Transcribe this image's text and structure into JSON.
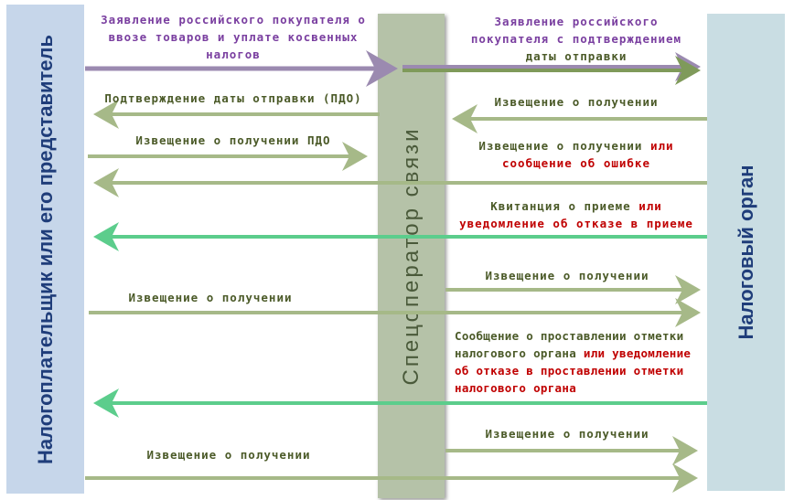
{
  "participants": {
    "left": "Налогоплательщик или его представитель",
    "middle": "Спецоператор связи",
    "right": "Налоговый орган"
  },
  "messages": {
    "m1": "Заявление российского покупателя о ввозе товаров и уплате косвенных налогов",
    "m2a": "Заявление российского",
    "m2b": "покупателя с подтверждением",
    "m2c": "даты отправки",
    "m3": "Подтверждение даты отправки (ПДО)",
    "m4": "Извещение о получении",
    "m5": "Извещение о получении ПДО",
    "m6a": "Извещение о получении",
    "m6b": "или",
    "m6c": "сообщение об ошибке",
    "m7a": "Квитанция о приеме",
    "m7b": "или",
    "m7c": "уведомление об отказе в приеме",
    "m8": "Извещение о получении",
    "m9": "Извещение о получении",
    "m10a": "Сообщение о проставлении отметки налогового органа",
    "m10b": "или уведомление об отказе в проставлении отметки налогового органа",
    "m11": "Извещение о получении",
    "m12": "Извещение о получении"
  },
  "colors": {
    "purple": "#7a3fa0",
    "green_text": "#4b5a28",
    "red": "#c00000",
    "arrow": "#a6b988",
    "arrow_bright": "#5ccd8c"
  }
}
